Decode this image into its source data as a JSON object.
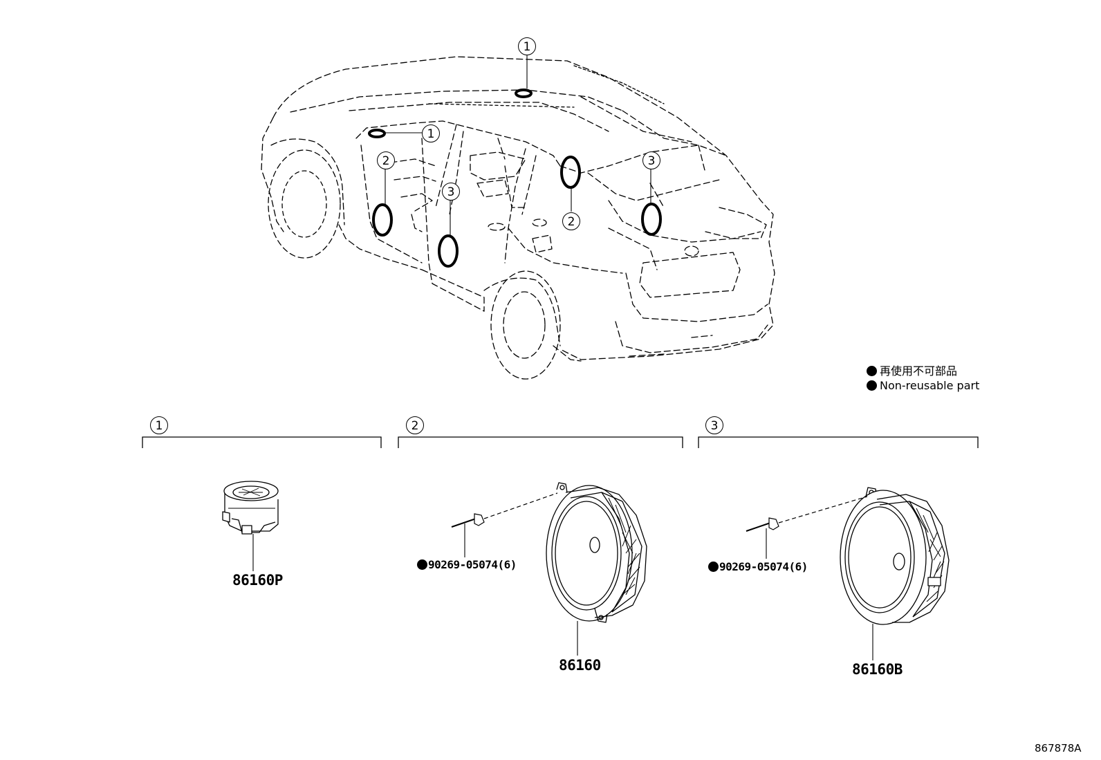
{
  "callouts": {
    "one": "1",
    "two": "2",
    "three": "3"
  },
  "legend": {
    "japanese": "再使用不可部品",
    "english": "Non-reusable part"
  },
  "groups": [
    {
      "label": "1",
      "part_number": "86160P"
    },
    {
      "label": "2",
      "part_number": "86160",
      "fastener": "90269-05074(6)"
    },
    {
      "label": "3",
      "part_number": "86160B",
      "fastener": "90269-05074(6)"
    }
  ],
  "diagram_ref": "867878A"
}
